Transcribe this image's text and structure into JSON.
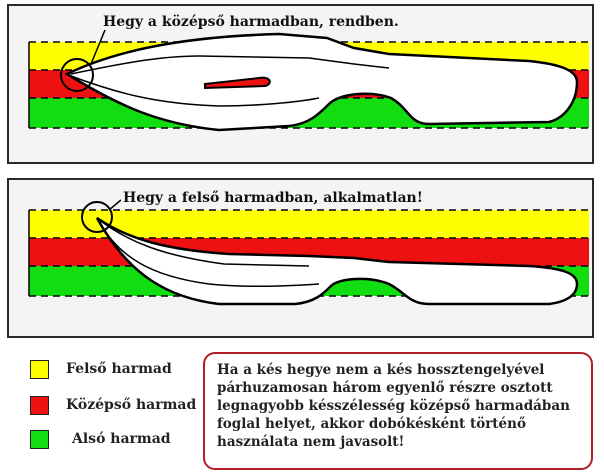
{
  "colors": {
    "upper_third": "#ffff00",
    "middle_third": "#ee1111",
    "lower_third": "#11dd11",
    "note_border": "#b21e23"
  },
  "panels": [
    {
      "callout": "Hegy a középső harmadban, rendben."
    },
    {
      "callout": "Hegy a felső harmadban, alkalmatlan!"
    }
  ],
  "legend": [
    {
      "label": "Felső harmad"
    },
    {
      "label": "Középső harmad"
    },
    {
      "label": "Alsó harmad"
    }
  ],
  "note": {
    "lines": [
      "Ha a kés hegye nem a kés hossztengelyével",
      "párhuzamosan három egyenlő részre osztott",
      "legnagyobb késszélesség középső harmadában",
      "foglal helyet, akkor dobókésként történő",
      "használata nem javasolt!"
    ]
  }
}
